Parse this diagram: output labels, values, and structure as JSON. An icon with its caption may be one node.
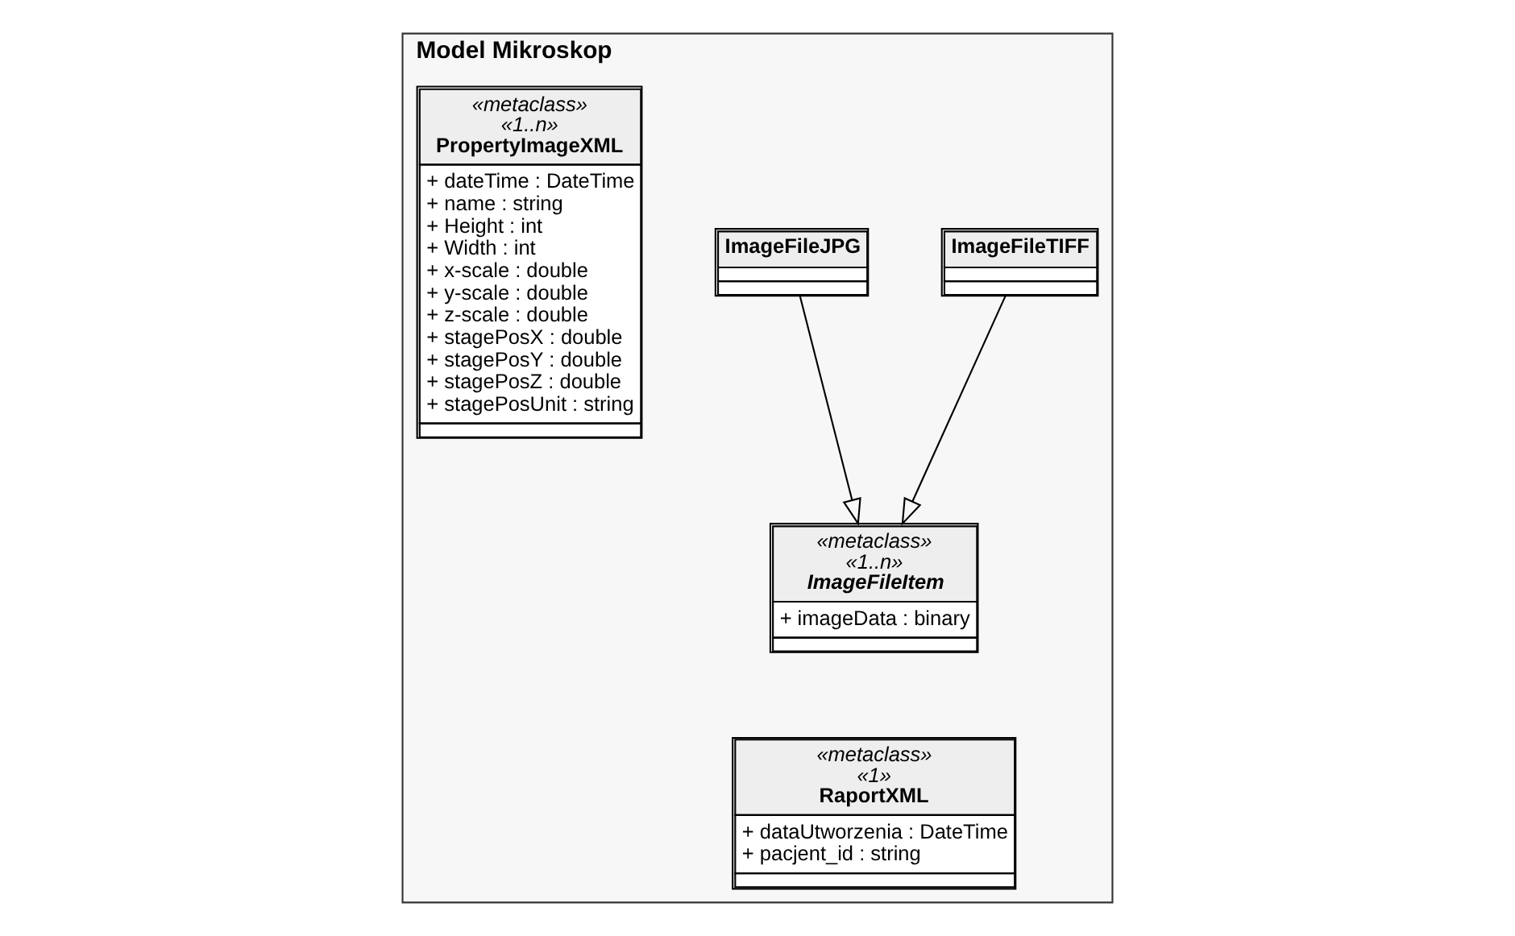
{
  "diagram": {
    "nodes": [
      {
        "text": [
          "Model Mikroskop"
        ]
      },
      {
        "text": [
          "ImageFileTIFF"
        ],
        "in": 0
      },
      {
        "text": [
          "ImageFileJPG"
        ],
        "in": 0
      },
      {
        "text": [
          "«metaclass»",
          "«1..n»",
          "ImageFileItem",
          "+ imageData : binary"
        ],
        "in": 0
      },
      {
        "text": [
          "«metaclass»",
          "«1»",
          "RaportXML",
          "+ dataUtworzenia : DateTime",
          "+ pacjent_id : string"
        ],
        "in": 0
      },
      {
        "text": [
          "«metaclass»",
          "«1..n»",
          "PropertyImageXML",
          "+ dateTime : DateTime",
          "+ name : string",
          "+ Height : int",
          "+ Width : int",
          "+ x-scale : double",
          "+ y-scale : double",
          "+ z-scale : double",
          "+ stagePosX : double",
          "+ stagePosY : double",
          "+ stagePosZ : double",
          "+ stagePosUnit : string"
        ],
        "in": 0
      }
    ],
    "edges": [
      {
        "from": 1,
        "to": 3,
        "arrow": "to"
      },
      {
        "from": 2,
        "to": 3,
        "arrow": "to"
      }
    ]
  }
}
